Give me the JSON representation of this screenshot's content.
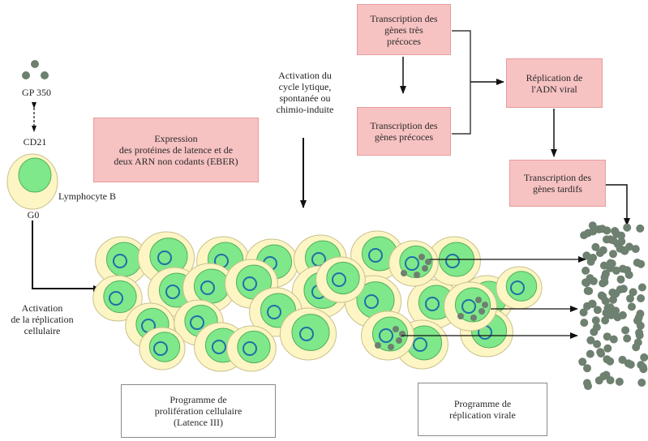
{
  "labels": {
    "gp350": "GP 350",
    "cd21": "CD21",
    "lymphocyte": "Lymphocyte B",
    "g0": "G0",
    "activation_lytic": "Activation du\ncycle lytique,\nspontanée ou\nchimio-induite",
    "activation_replication": "Activation\nde la réplication\ncellulaire"
  },
  "boxes": {
    "expression": "Expression\ndes protéines de latence et de\ndeux ARN non codants (EBER)",
    "transcription_tres_precoces": "Transcription des\ngènes très\nprécoces",
    "transcription_precoces": "Transcription des\ngènes précoces",
    "replication_adn": "Réplication de\nl'ADN viral",
    "transcription_tardifs": "Transcription des\ngènes tardifs",
    "programme_proliferation": "Programme de\nprolifération cellulaire\n(Latence III)",
    "programme_replication": "Programme de\nréplication virale"
  },
  "colors": {
    "cell_outer": "#fdf5c4",
    "cell_inner": "#7fe88a",
    "nucleus": "#1f6fa8",
    "virion": "#6e8070",
    "pink_box": "#f7c2c2"
  }
}
